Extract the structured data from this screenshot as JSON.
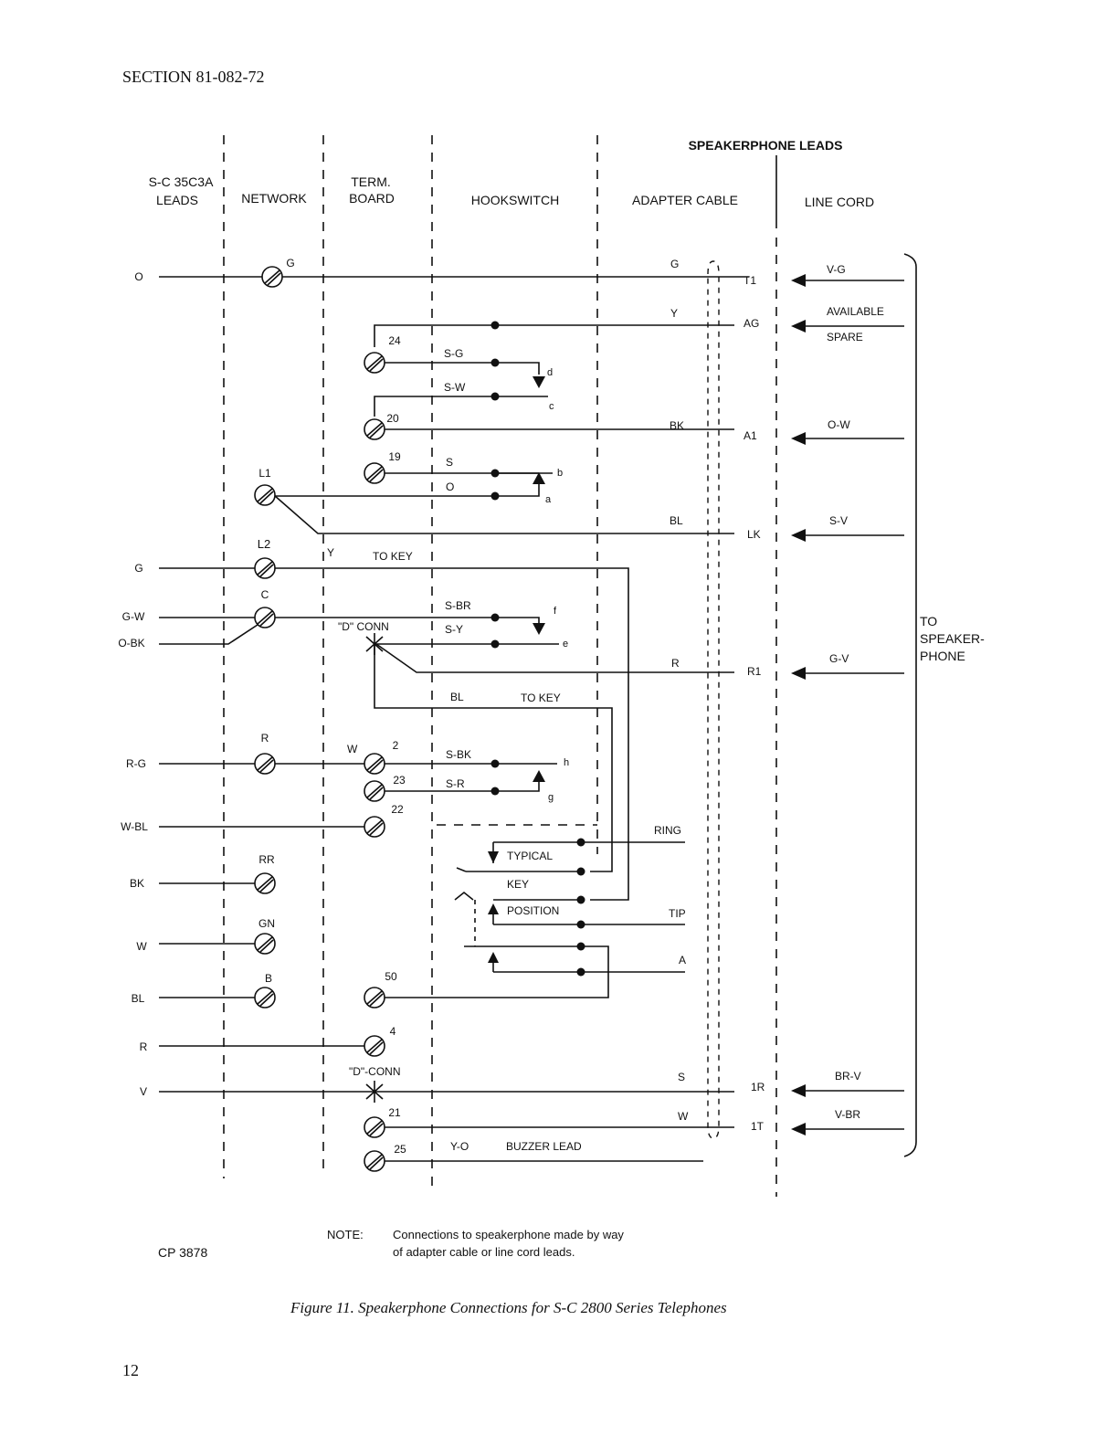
{
  "header": {
    "section": "SECTION 81-082-72"
  },
  "columns": {
    "sc_leads": [
      "S-C 35C3A",
      "LEADS"
    ],
    "network": "NETWORK",
    "term_board": [
      "TERM.",
      "BOARD"
    ],
    "hookswitch": "HOOKSWITCH",
    "speakerphone_leads": "SPEAKERPHONE LEADS",
    "adapter_cable": "ADAPTER CABLE",
    "line_cord": "LINE CORD"
  },
  "left_leads": [
    "O",
    "G",
    "G-W",
    "O-BK",
    "R-G",
    "W-BL",
    "BK",
    "W",
    "BL",
    "R",
    "V"
  ],
  "network_terminals": [
    "G",
    "L1",
    "L2",
    "C",
    "R",
    "RR",
    "GN",
    "B"
  ],
  "term_board_terminals": [
    "24",
    "20",
    "19",
    "2",
    "23",
    "22",
    "50",
    "4",
    "21",
    "25"
  ],
  "hookswitch_labels": [
    "S-G",
    "S-W",
    "S",
    "O",
    "S-BR",
    "S-Y",
    "BL",
    "S-BK",
    "S-R",
    "Y-O"
  ],
  "contact_letters": [
    "d",
    "c",
    "b",
    "a",
    "f",
    "e",
    "h",
    "g"
  ],
  "misc_labels": {
    "y": "Y",
    "w": "W",
    "to_key_1": "TO KEY",
    "to_key_2": "TO KEY",
    "d_conn_1": "\"D\" CONN",
    "d_conn_2": "\"D\"-CONN",
    "buzzer": "BUZZER LEAD",
    "typical": "TYPICAL",
    "key": "KEY",
    "position": "POSITION",
    "ring": "RING",
    "tip": "TIP",
    "a": "A"
  },
  "adapter_colors": [
    "G",
    "Y",
    "BK",
    "BL",
    "R",
    "S",
    "W"
  ],
  "adapter_terminals": [
    "T1",
    "AG",
    "A1",
    "LK",
    "R1",
    "1R",
    "1T"
  ],
  "line_cord_colors": [
    "V-G",
    "AVAILABLE",
    "SPARE",
    "O-W",
    "S-V",
    "G-V",
    "BR-V",
    "V-BR"
  ],
  "to_speakerphone": [
    "TO",
    "SPEAKER-",
    "PHONE"
  ],
  "note": {
    "label": "NOTE:",
    "line1": "Connections to speakerphone made by way",
    "line2": "of adapter cable or line cord leads."
  },
  "cp_number": "CP 3878",
  "caption": "Figure 11.  Speakerphone Connections for S-C 2800 Series Telephones",
  "page_number": "12"
}
